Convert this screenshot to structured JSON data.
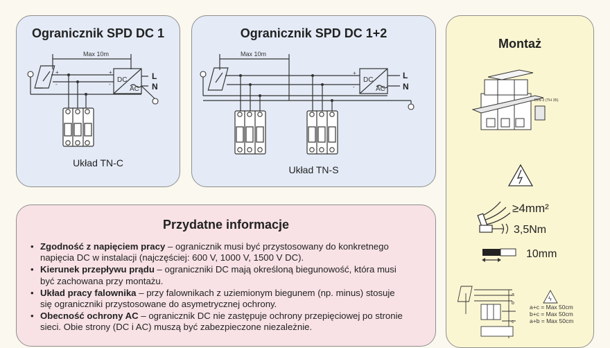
{
  "card1": {
    "title": "Ogranicznik SPD DC 1",
    "distance_label": "Max 10m",
    "caption": "Układ TN-C",
    "inverter_dc": "DC",
    "inverter_ac": "AC",
    "phase_l": "L",
    "phase_n": "N",
    "plus_sign": "+",
    "minus_sign": "-"
  },
  "card2": {
    "title": "Ogranicznik SPD DC 1+2",
    "distance_label": "Max 10m",
    "caption": "Układ TN-S",
    "inverter_dc": "DC",
    "inverter_ac": "AC",
    "phase_l": "L",
    "phase_n": "N",
    "plus_sign": "+",
    "minus_sign": "-"
  },
  "info": {
    "title": "Przydatne informacje",
    "bullet_char": "•",
    "items": [
      {
        "bold": "Zgodność z napięciem pracy",
        "text": " – ogranicznik musi być przystosowany do konkretnego napięcia DC w instalacji (najczęściej: 600 V, 1000 V, 1500 V DC)."
      },
      {
        "bold": "Kierunek przepływu prądu",
        "text": " – ograniczniki DC mają określoną biegunowość, która musi być zachowana przy montażu."
      },
      {
        "bold": "Układ pracy falownika",
        "text": " – przy falownikach z uziemionym biegunem (np. minus) stosuje się ograniczniki przystosowane do asymetrycznej ochrony."
      },
      {
        "bold": "Obecność ochrony AC",
        "text": " – ogranicznik DC nie zastępuje ochrony przepięciowej po stronie sieci. Obie strony (DC i AC) muszą być zabezpieczone niezależnie."
      }
    ]
  },
  "montaz": {
    "title": "Montaż",
    "rail_label": "DIN-3 (TH 35)",
    "cable_spec": "≥4mm²",
    "torque_spec": "3,5Nm",
    "strip_spec": "10mm",
    "label_a": "a",
    "label_b": "b",
    "label_c": "c",
    "distances": [
      "a+c = Max 50cm",
      "b+c = Max 50cm",
      "a+b = Max 50cm"
    ]
  },
  "colors": {
    "blue_card": "#e4ebf6",
    "pink_card": "#f8e2e6",
    "yellow_card": "#fbf6d2",
    "line": "#333333"
  }
}
